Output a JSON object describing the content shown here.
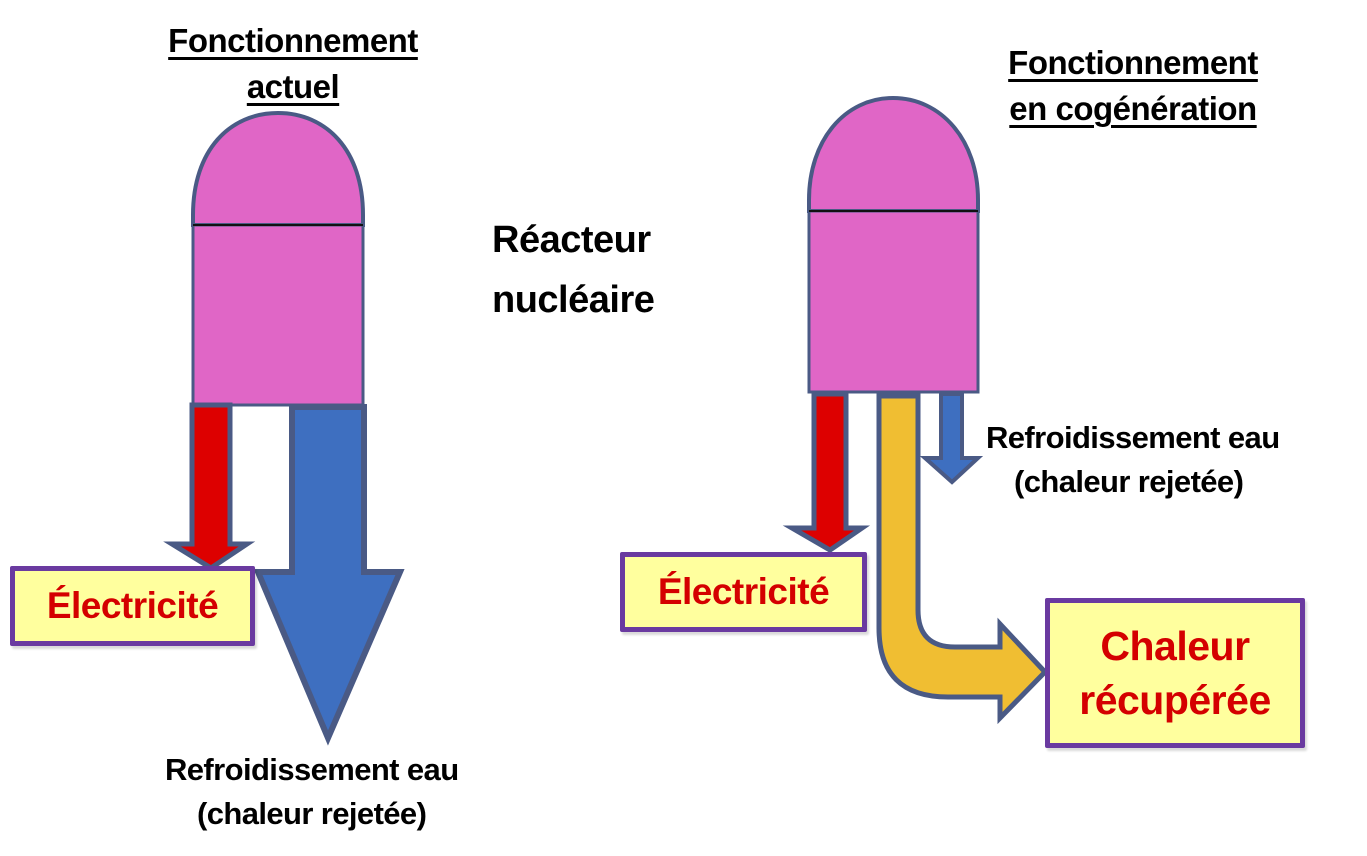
{
  "left_panel": {
    "title_line1": "Fonctionnement",
    "title_line2": "actuel",
    "output_box": "Électricité",
    "cooling_line1": "Refroidissement eau",
    "cooling_line2": "(chaleur rejetée)"
  },
  "center": {
    "reactor_line1": "Réacteur",
    "reactor_line2": "nucléaire"
  },
  "right_panel": {
    "title_line1": "Fonctionnement",
    "title_line2": "en cogénération",
    "electricity_box": "Électricité",
    "cooling_line1": "Refroidissement eau",
    "cooling_line2": "(chaleur rejetée)",
    "heat_box_line1": "Chaleur",
    "heat_box_line2": "récupérée"
  },
  "colors": {
    "reactor": "#e066c6",
    "electricity_arrow": "#dd0000",
    "cooling_arrow": "#3e6fc0",
    "heat_arrow": "#f0be32",
    "outline": "#4a5a85",
    "box_fill": "#ffff9e",
    "box_border": "#6a3aa0",
    "box_text": "#d40000"
  }
}
